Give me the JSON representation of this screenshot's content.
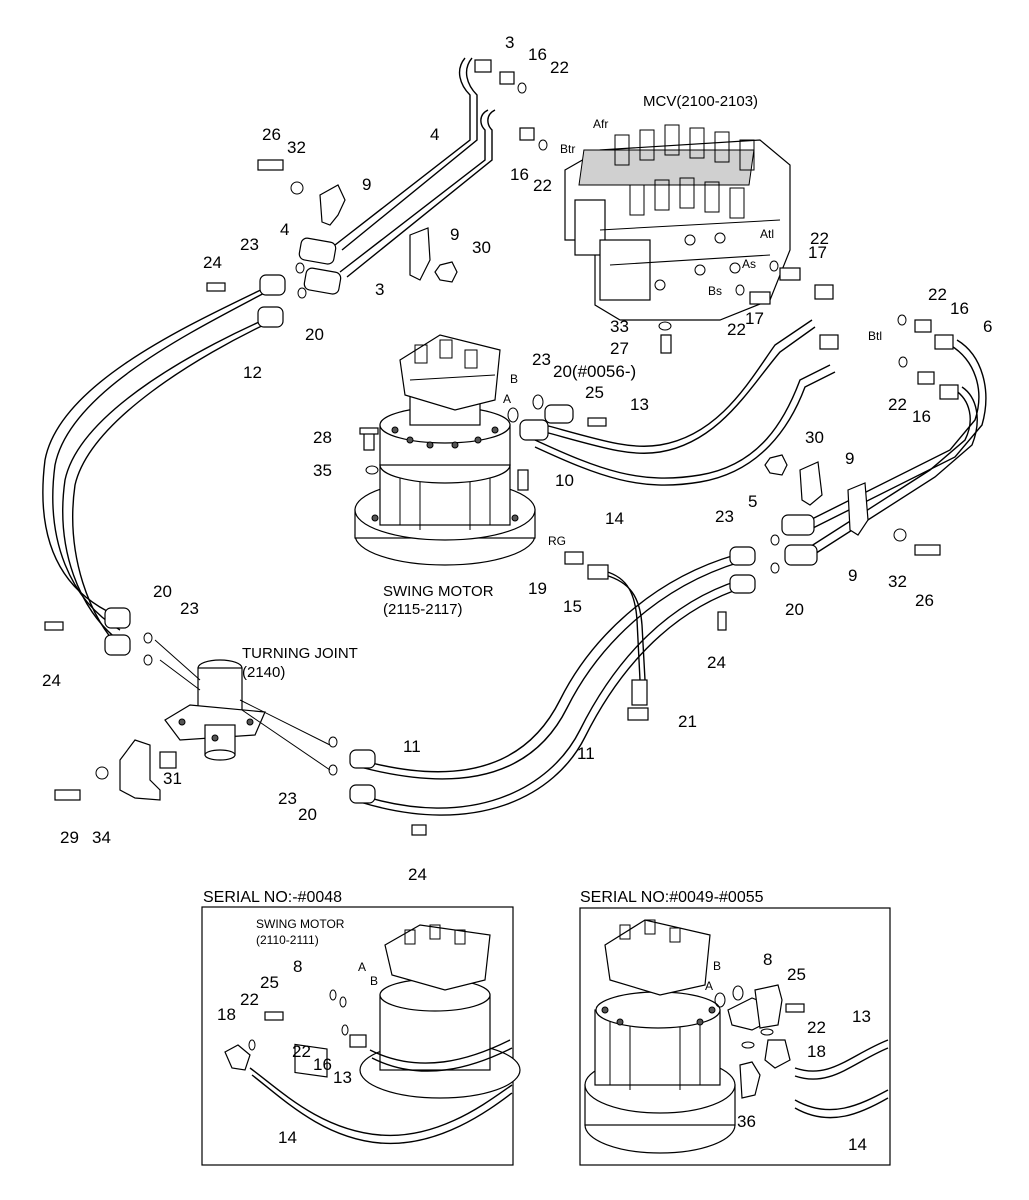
{
  "components": {
    "mcv": "MCV(2100-2103)",
    "swing_motor": "SWING MOTOR",
    "swing_motor_range": "(2115-2117)",
    "turning_joint": "TURNING JOINT",
    "turning_joint_range": "(2140)"
  },
  "ports": {
    "afr": "Afr",
    "btr": "Btr",
    "atl": "Atl",
    "as": "As",
    "bs": "Bs",
    "btl": "Btl",
    "a": "A",
    "b": "B",
    "rg": "RG"
  },
  "callouts": [
    {
      "id": "c3a",
      "text": "3"
    },
    {
      "id": "c16a",
      "text": "16"
    },
    {
      "id": "c22a",
      "text": "22"
    },
    {
      "id": "c4a",
      "text": "4"
    },
    {
      "id": "c16b",
      "text": "16"
    },
    {
      "id": "c22b",
      "text": "22"
    },
    {
      "id": "c26a",
      "text": "26"
    },
    {
      "id": "c32a",
      "text": "32"
    },
    {
      "id": "c9a",
      "text": "9"
    },
    {
      "id": "c4b",
      "text": "4"
    },
    {
      "id": "c9b",
      "text": "9"
    },
    {
      "id": "c30a",
      "text": "30"
    },
    {
      "id": "c23a",
      "text": "23"
    },
    {
      "id": "c3b",
      "text": "3"
    },
    {
      "id": "c24a",
      "text": "24"
    },
    {
      "id": "c20a",
      "text": "20"
    },
    {
      "id": "c12",
      "text": "12"
    },
    {
      "id": "c22c",
      "text": "22"
    },
    {
      "id": "c17a",
      "text": "17"
    },
    {
      "id": "c22d",
      "text": "22"
    },
    {
      "id": "c17b",
      "text": "17"
    },
    {
      "id": "c22e",
      "text": "22"
    },
    {
      "id": "c16c",
      "text": "16"
    },
    {
      "id": "c6",
      "text": "6"
    },
    {
      "id": "c33",
      "text": "33"
    },
    {
      "id": "c27",
      "text": "27"
    },
    {
      "id": "c23b",
      "text": "23"
    },
    {
      "id": "c20b",
      "text": "20(#0056-)"
    },
    {
      "id": "c25a",
      "text": "25"
    },
    {
      "id": "c13a",
      "text": "13"
    },
    {
      "id": "c22f",
      "text": "22"
    },
    {
      "id": "c16d",
      "text": "16"
    },
    {
      "id": "c28",
      "text": "28"
    },
    {
      "id": "c35",
      "text": "35"
    },
    {
      "id": "c10",
      "text": "10"
    },
    {
      "id": "c14a",
      "text": "14"
    },
    {
      "id": "c30b",
      "text": "30"
    },
    {
      "id": "c9c",
      "text": "9"
    },
    {
      "id": "c5",
      "text": "5"
    },
    {
      "id": "c23c",
      "text": "23"
    },
    {
      "id": "c9d",
      "text": "9"
    },
    {
      "id": "c32b",
      "text": "32"
    },
    {
      "id": "c26b",
      "text": "26"
    },
    {
      "id": "c19",
      "text": "19"
    },
    {
      "id": "c15",
      "text": "15"
    },
    {
      "id": "c20c",
      "text": "20"
    },
    {
      "id": "c23d",
      "text": "23"
    },
    {
      "id": "c20d",
      "text": "20"
    },
    {
      "id": "c24b",
      "text": "24"
    },
    {
      "id": "c24c",
      "text": "24"
    },
    {
      "id": "c21",
      "text": "21"
    },
    {
      "id": "c11a",
      "text": "11"
    },
    {
      "id": "c11b",
      "text": "11"
    },
    {
      "id": "c31",
      "text": "31"
    },
    {
      "id": "c29",
      "text": "29"
    },
    {
      "id": "c34",
      "text": "34"
    },
    {
      "id": "c23e",
      "text": "23"
    },
    {
      "id": "c20e",
      "text": "20"
    },
    {
      "id": "c24d",
      "text": "24"
    }
  ],
  "inset_left": {
    "title": "SERIAL NO:-#0048",
    "motor": "SWING MOTOR",
    "motor_range": "(2110-2111)",
    "port_a": "A",
    "port_b": "B",
    "callouts": [
      {
        "id": "l8",
        "text": "8"
      },
      {
        "id": "l25",
        "text": "25"
      },
      {
        "id": "l22a",
        "text": "22"
      },
      {
        "id": "l18",
        "text": "18"
      },
      {
        "id": "l22b",
        "text": "22"
      },
      {
        "id": "l16",
        "text": "16"
      },
      {
        "id": "l13",
        "text": "13"
      },
      {
        "id": "l14",
        "text": "14"
      }
    ]
  },
  "inset_right": {
    "title": "SERIAL NO:#0049-#0055",
    "port_a": "A",
    "port_b": "B",
    "callouts": [
      {
        "id": "r8",
        "text": "8"
      },
      {
        "id": "r25",
        "text": "25"
      },
      {
        "id": "r13",
        "text": "13"
      },
      {
        "id": "r22",
        "text": "22"
      },
      {
        "id": "r18",
        "text": "18"
      },
      {
        "id": "r36",
        "text": "36"
      },
      {
        "id": "r14",
        "text": "14"
      }
    ]
  }
}
